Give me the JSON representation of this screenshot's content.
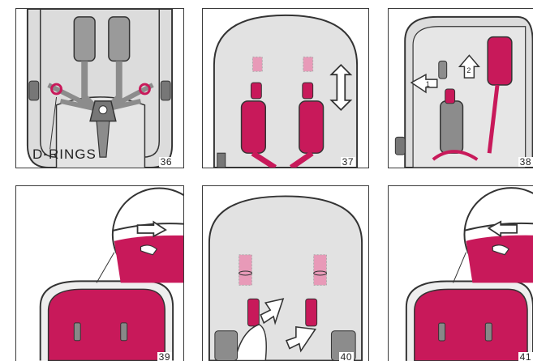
{
  "colors": {
    "accent": "#c8195a",
    "accent_light": "#e89ab8",
    "seat_grey": "#dcdcdc",
    "strap_grey": "#8c8c8c",
    "outline": "#333333"
  },
  "panels": [
    {
      "number": "36",
      "label": "D-RINGS"
    },
    {
      "number": "37"
    },
    {
      "number": "38",
      "step_arrows": [
        "1",
        "2"
      ]
    },
    {
      "number": "39"
    },
    {
      "number": "40"
    },
    {
      "number": "41"
    }
  ]
}
